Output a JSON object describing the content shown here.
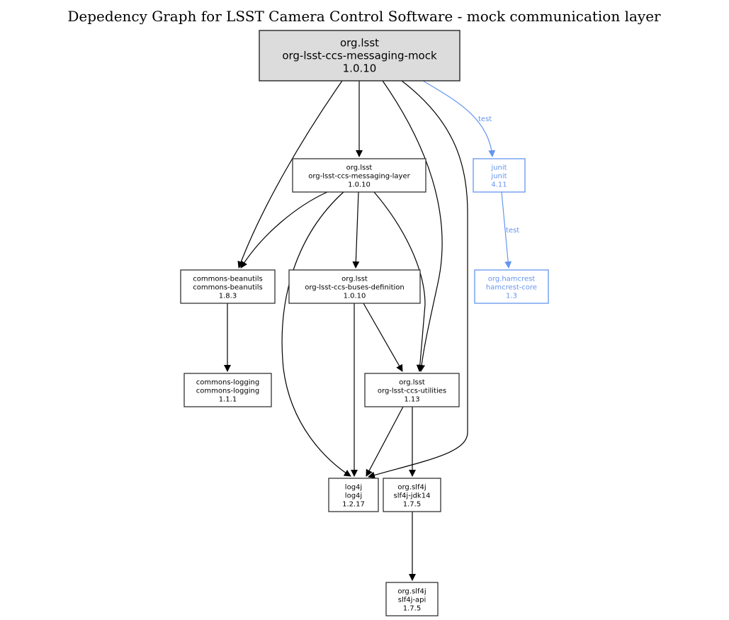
{
  "title": "Depedency Graph for LSST Camera Control Software - mock communication layer",
  "colors": {
    "default": "#000000",
    "test": "#6495ed",
    "root_fill": "#dcdcdc",
    "node_fill": "#ffffff"
  },
  "nodes": [
    {
      "id": "mock",
      "lines": [
        "org.lsst",
        "org-lsst-ccs-messaging-mock",
        "1.0.10"
      ],
      "root": true
    },
    {
      "id": "layer",
      "lines": [
        "org.lsst",
        "org-lsst-ccs-messaging-layer",
        "1.0.10"
      ]
    },
    {
      "id": "junit",
      "lines": [
        "junit",
        "junit",
        "4.11"
      ],
      "scope": "test"
    },
    {
      "id": "beanutils",
      "lines": [
        "commons-beanutils",
        "commons-beanutils",
        "1.8.3"
      ]
    },
    {
      "id": "buses",
      "lines": [
        "org.lsst",
        "org-lsst-ccs-buses-definition",
        "1.0.10"
      ]
    },
    {
      "id": "hamcrest",
      "lines": [
        "org.hamcrest",
        "hamcrest-core",
        "1.3"
      ],
      "scope": "test"
    },
    {
      "id": "logging",
      "lines": [
        "commons-logging",
        "commons-logging",
        "1.1.1"
      ]
    },
    {
      "id": "utilities",
      "lines": [
        "org.lsst",
        "org-lsst-ccs-utilities",
        "1.13"
      ]
    },
    {
      "id": "log4j",
      "lines": [
        "log4j",
        "log4j",
        "1.2.17"
      ]
    },
    {
      "id": "jdk14",
      "lines": [
        "org.slf4j",
        "slf4j-jdk14",
        "1.7.5"
      ]
    },
    {
      "id": "slf4japi",
      "lines": [
        "org.slf4j",
        "slf4j-api",
        "1.7.5"
      ]
    }
  ],
  "edges": [
    {
      "from": "mock",
      "to": "beanutils"
    },
    {
      "from": "mock",
      "to": "layer"
    },
    {
      "from": "mock",
      "to": "utilities"
    },
    {
      "from": "mock",
      "to": "log4j"
    },
    {
      "from": "mock",
      "to": "junit",
      "label": "test",
      "scope": "test"
    },
    {
      "from": "layer",
      "to": "beanutils"
    },
    {
      "from": "layer",
      "to": "log4j"
    },
    {
      "from": "layer",
      "to": "buses"
    },
    {
      "from": "layer",
      "to": "utilities"
    },
    {
      "from": "junit",
      "to": "hamcrest",
      "label": "test",
      "scope": "test"
    },
    {
      "from": "beanutils",
      "to": "logging"
    },
    {
      "from": "buses",
      "to": "log4j"
    },
    {
      "from": "buses",
      "to": "utilities"
    },
    {
      "from": "utilities",
      "to": "log4j"
    },
    {
      "from": "utilities",
      "to": "jdk14"
    },
    {
      "from": "jdk14",
      "to": "slf4japi"
    }
  ]
}
